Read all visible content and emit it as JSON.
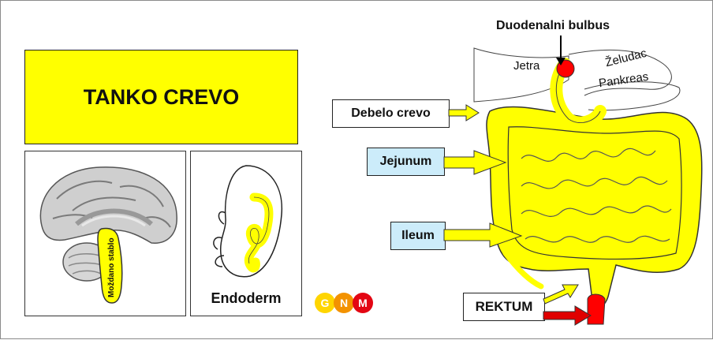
{
  "title": "TANKO CREVO",
  "brain_panel": {
    "stem_label": "Moždano stablo"
  },
  "embryo_panel": {
    "label": "Endoderm"
  },
  "logo": {
    "letters": [
      "G",
      "N",
      "M"
    ],
    "colors": [
      "#ffd500",
      "#f39200",
      "#e30613"
    ]
  },
  "intestine_diagram": {
    "duodenal_bulb": "Duodenalni bulbus",
    "organs": {
      "liver": "Jetra",
      "stomach": "Želudac",
      "pancreas": "Pankreas"
    },
    "labels": {
      "colon": "Debelo crevo",
      "jejunum": "Jejunum",
      "ileum": "Ileum",
      "rectum": "REKTUM"
    }
  },
  "colors": {
    "intestine_yellow": "#ffff00",
    "label_blue": "#ccecfa",
    "highlight_red": "#ff0000"
  }
}
